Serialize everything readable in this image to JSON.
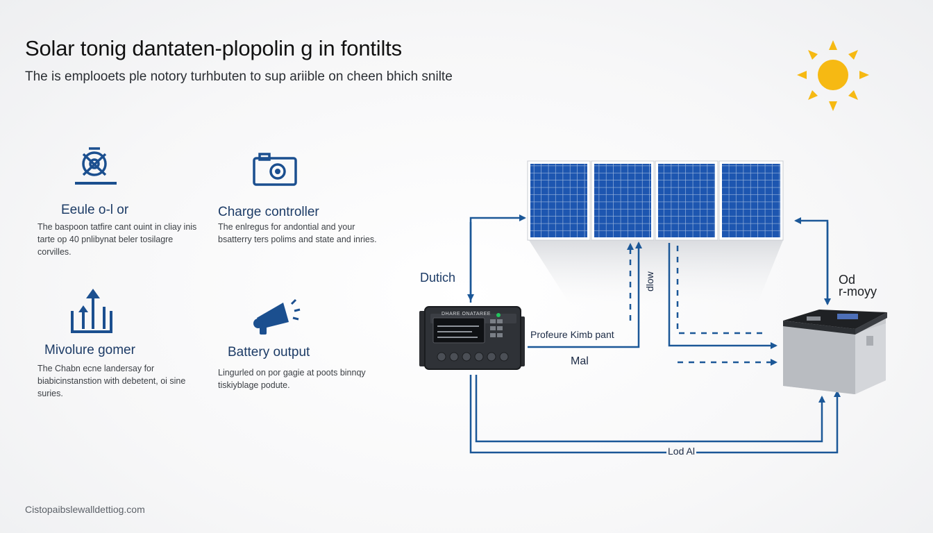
{
  "header": {
    "title": "Solar tonig dantaten-plopolin g in fontilts",
    "subtitle": "The is emplooets ple notory turhbuten to sup ariible on cheen bhich snilte"
  },
  "features": [
    {
      "icon": "wrench-gear-icon",
      "heading": "Eeule o-l or",
      "body": "The baspoon tatfire cant ouint in cliay inis tarte op 40 pnlibynat beler tosilagre corvilles."
    },
    {
      "icon": "camera-icon",
      "heading": "Charge controller",
      "body": "The enlregus for andontial and your bsatterry ters polims and state and inries."
    },
    {
      "icon": "upload-arrows-icon",
      "heading": "Mivolure gomer",
      "body": "The Chabn ecne landersay for biabicinstanstion with debetent, oi sine suries."
    },
    {
      "icon": "megaphone-icon",
      "heading": "Battery output",
      "body": "Lingurled on por gagie at poots binnqy tiskiyblage podute."
    }
  ],
  "diagram": {
    "labels": {
      "dutich": "Dutich",
      "od": "Od",
      "rmoyy": "r-moyy",
      "vertical": "dlow",
      "profeure": "Profeure Kimb pant",
      "mal": "Mal",
      "lodal": "Lod Al"
    },
    "controller": {
      "brand": "DHARE ONATAREE"
    },
    "colors": {
      "line": "#1b5797",
      "panel": "#1f57b5",
      "sun": "#f6b913"
    }
  },
  "footer": {
    "url": "Cistopaibslewalldettiog.com"
  }
}
